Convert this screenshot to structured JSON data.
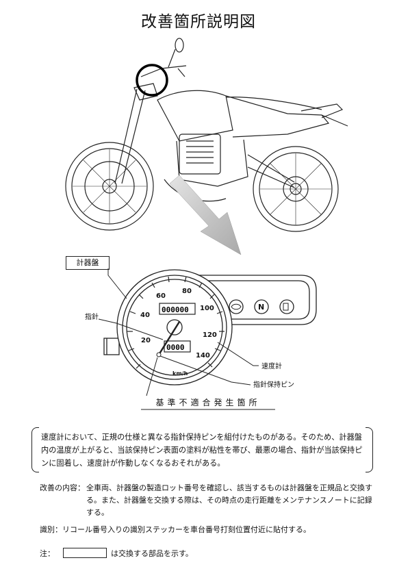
{
  "title": "改善箇所説明図",
  "labels": {
    "meter": "計器盤",
    "needle": "指針",
    "speedometer": "速度計",
    "needle_pin": "指針保持ピン",
    "nonconformity": "基準不適合発生箇所"
  },
  "gauge": {
    "numbers": [
      "20",
      "40",
      "60",
      "80",
      "100",
      "120",
      "140"
    ],
    "odometer": "000000",
    "tripmeter": "0000",
    "unit": "km/h",
    "neutral": "N"
  },
  "description": "速度計において、正規の仕様と異なる指針保持ピンを組付けたものがある。そのため、計器盤内の温度が上がると、当該保持ピン表面の塗料が粘性を帯び、最悪の場合、指針が当該保持ピンに固着し、速度計が作動しなくなるおそれがある。",
  "fix": {
    "label": "改善の内容：",
    "text": "全車両、計器盤の製造ロット番号を確認し、該当するものは計器盤を正規品と交換する。また、計器盤を交換する際は、その時点の走行距離をメンテナンスノートに記録する。"
  },
  "identification": "識別：リコール番号入りの識別ステッカーを車台番号打刻位置付近に貼付する。",
  "note": {
    "prefix": "注：",
    "suffix": "は交換する部品を示す。"
  }
}
